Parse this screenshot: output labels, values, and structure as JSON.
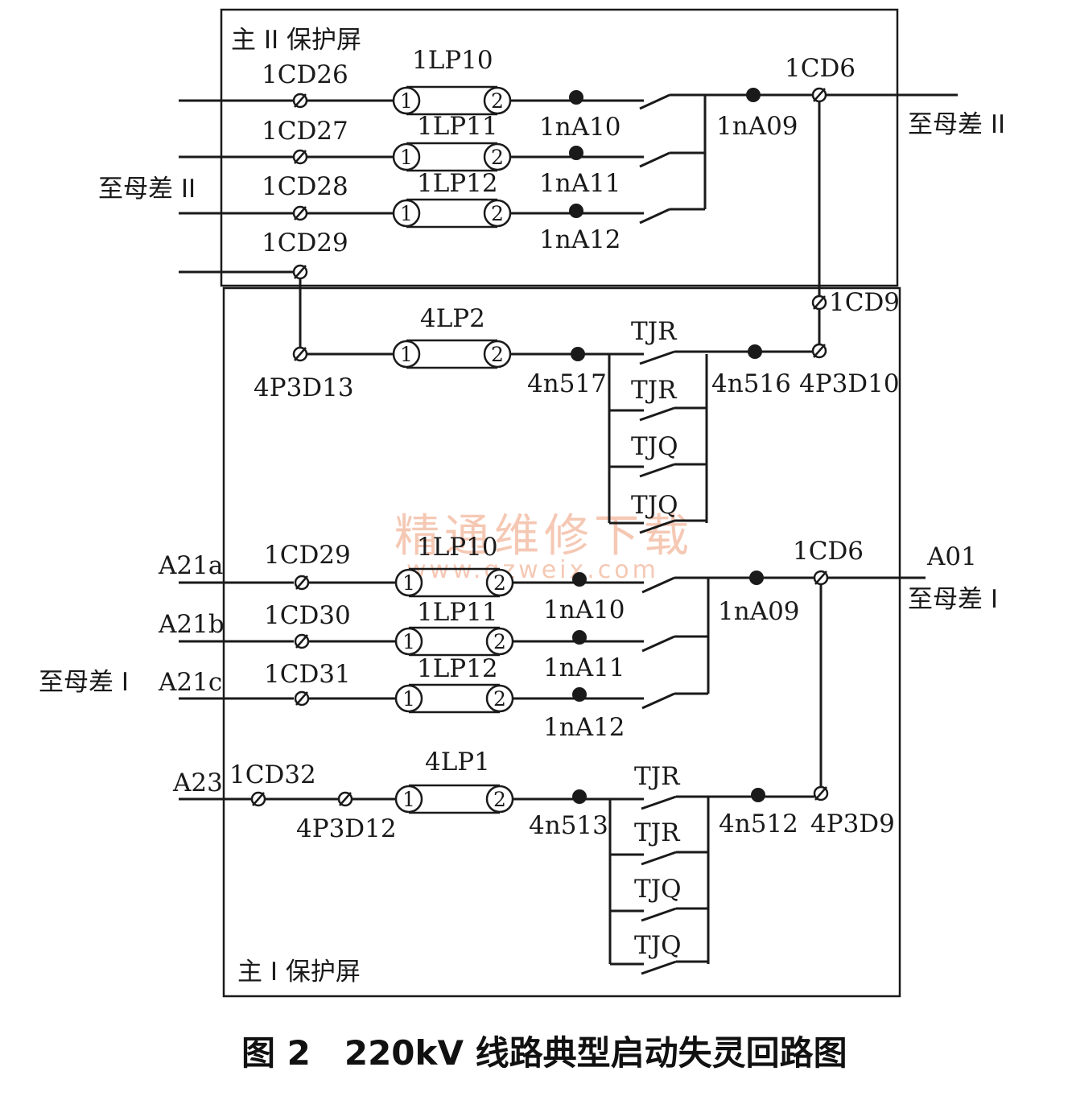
{
  "panels": {
    "upper": "主 II 保护屏",
    "lower": "主 I 保护屏"
  },
  "destinations": {
    "upper_left": "至母差 II",
    "upper_right": "至母差 II",
    "lower_left": "至母差 I",
    "lower_right": "至母差 I"
  },
  "upper": {
    "terminals": [
      "1CD26",
      "1CD27",
      "1CD28",
      "1CD29"
    ],
    "plates": [
      "1LP10",
      "1LP11",
      "1LP12"
    ],
    "contacts": [
      "1nA10",
      "1nA11",
      "1nA12"
    ],
    "common": "1nA09",
    "out_terminal": "1CD6",
    "link_terminal": "1CD9"
  },
  "middle": {
    "in_terminal": "4P3D13",
    "plate": "4LP2",
    "node_in": "4n517",
    "node_out": "4n516",
    "out_terminal": "4P3D10",
    "relays": [
      "TJR",
      "TJR",
      "TJQ",
      "TJQ"
    ]
  },
  "lower": {
    "wires": [
      "A21a",
      "A21b",
      "A21c"
    ],
    "terminals": [
      "1CD29",
      "1CD30",
      "1CD31"
    ],
    "plates": [
      "1LP10",
      "1LP11",
      "1LP12"
    ],
    "contacts": [
      "1nA10",
      "1nA11",
      "1nA12"
    ],
    "common": "1nA09",
    "out_terminal": "1CD6",
    "out_wire": "A01"
  },
  "bottom": {
    "wire": "A23",
    "terminal": "1CD32",
    "in_terminal": "4P3D12",
    "plate": "4LP1",
    "node_in": "4n513",
    "node_out": "4n512",
    "out_terminal": "4P3D9",
    "relays": [
      "TJR",
      "TJR",
      "TJQ",
      "TJQ"
    ]
  },
  "plate_pins": [
    "1",
    "2"
  ],
  "watermark": {
    "title": "精通维修下载",
    "url": "www.gzweix.com"
  },
  "caption": "图 2　220kV 线路典型启动失灵回路图"
}
